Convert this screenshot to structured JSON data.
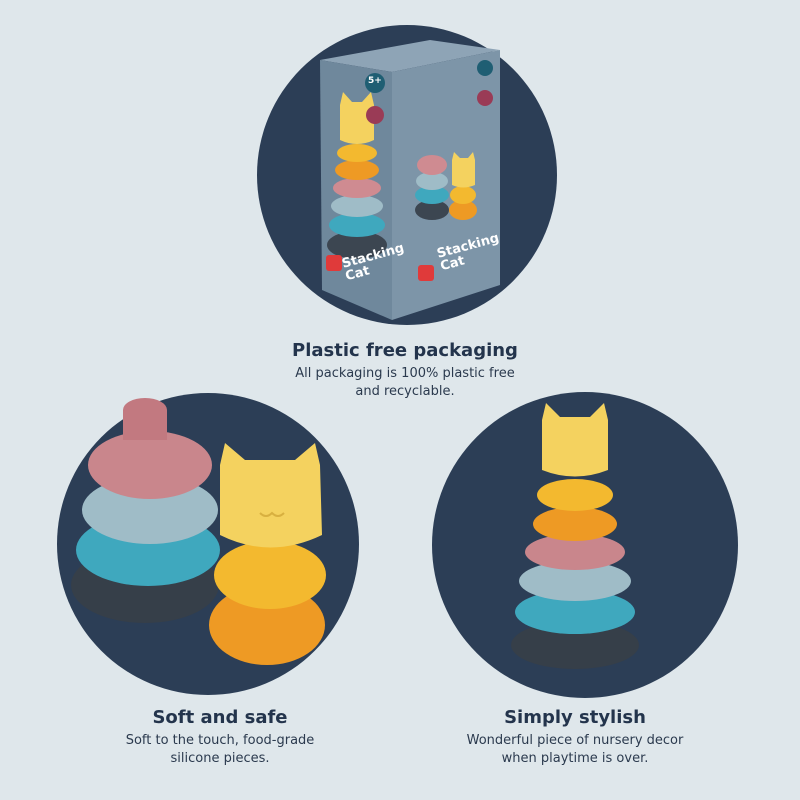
{
  "colors": {
    "background": "#dfe7eb",
    "circle": "#2c3e56",
    "box": "#7b93a6",
    "ring_colors": [
      "#f3b92f",
      "#ee9a24",
      "#cf8b91",
      "#9fbcc7",
      "#3fa8be",
      "#3c4651"
    ],
    "cat": "#f4d25f"
  },
  "box": {
    "product_name": "Stacking Cat",
    "age_badge": "5+"
  },
  "features": [
    {
      "title": "Plastic free packaging",
      "lines": [
        "All packaging is 100% plastic free",
        "and recyclable."
      ]
    },
    {
      "title": "Soft and safe",
      "lines": [
        "Soft to the touch, food-grade",
        "silicone pieces."
      ]
    },
    {
      "title": "Simply stylish",
      "lines": [
        "Wonderful piece of nursery decor",
        "when playtime is over."
      ]
    }
  ]
}
